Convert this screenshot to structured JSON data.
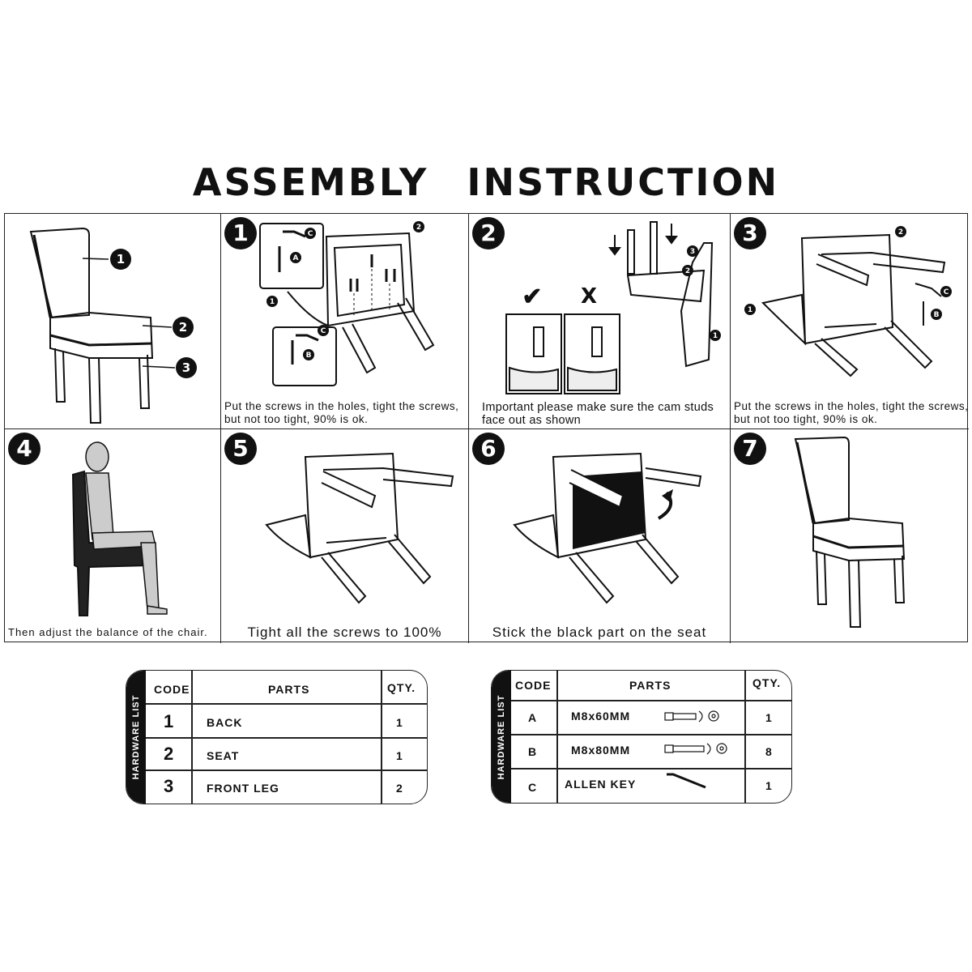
{
  "title": "ASSEMBLY   INSTRUCTION",
  "overview": {
    "callouts": [
      "1",
      "2",
      "3"
    ]
  },
  "steps": [
    {
      "num": "1",
      "caption_lines": [
        "Put the screws in the holes, tight the screws,",
        "but not too tight, 90% is ok."
      ],
      "labels": [
        "A",
        "C",
        "B",
        "C",
        "1",
        "2"
      ]
    },
    {
      "num": "2",
      "caption_lines": [
        "Important please make sure the cam studs",
        "face out as shown"
      ],
      "check": "✔",
      "cross": "X",
      "labels": [
        "3",
        "2",
        "1"
      ]
    },
    {
      "num": "3",
      "caption_lines": [
        "Put the screws in the holes, tight the screws,",
        "but not too tight, 90% is ok."
      ],
      "labels": [
        "2",
        "1",
        "C",
        "B"
      ]
    },
    {
      "num": "4",
      "caption": "Then adjust the balance of the chair."
    },
    {
      "num": "5",
      "caption": "Tight all the screws to 100%"
    },
    {
      "num": "6",
      "caption": "Stick the black part on the seat"
    },
    {
      "num": "7"
    }
  ],
  "parts_table": {
    "side_label": "HARDWARE LIST",
    "headers": {
      "code": "CODE",
      "parts": "PARTS",
      "qty": "QTY."
    },
    "rows": [
      {
        "code": "1",
        "part": "BACK",
        "qty": "1"
      },
      {
        "code": "2",
        "part": "SEAT",
        "qty": "1"
      },
      {
        "code": "3",
        "part": "FRONT   LEG",
        "qty": "2"
      }
    ]
  },
  "hardware_table": {
    "side_label": "HARDWARE LIST",
    "headers": {
      "code": "CODE",
      "parts": "PARTS",
      "qty": "QTY."
    },
    "rows": [
      {
        "code": "A",
        "part": "M8x60MM",
        "qty": "1",
        "icon": "bolt-washer-icon"
      },
      {
        "code": "B",
        "part": "M8x80MM",
        "qty": "8",
        "icon": "bolt-washer-icon"
      },
      {
        "code": "C",
        "part": "ALLEN   KEY",
        "qty": "1",
        "icon": "allen-key-icon"
      }
    ]
  }
}
